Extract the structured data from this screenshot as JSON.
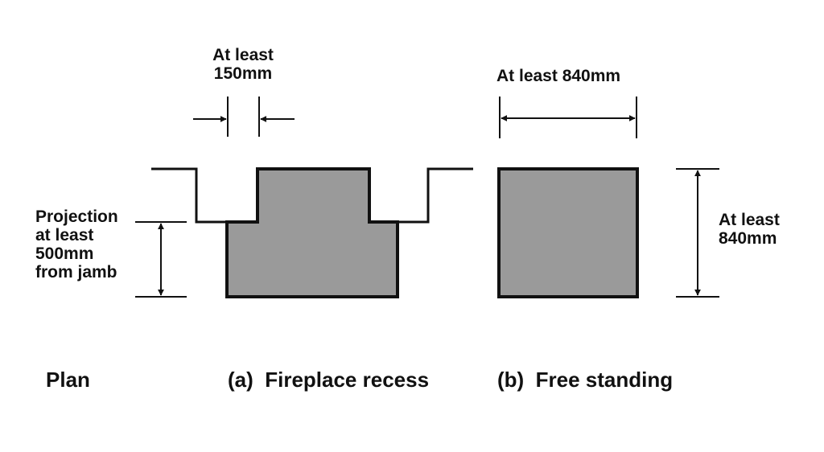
{
  "labels": {
    "recess_width_line1": "At least",
    "recess_width_line2": "150mm",
    "free_width": "At least 840mm",
    "projection_line1": "Projection",
    "projection_line2": "at least",
    "projection_line3": "500mm",
    "projection_line4": "from jamb",
    "free_depth_line1": "At least",
    "free_depth_line2": "840mm"
  },
  "captions": {
    "plan": "Plan",
    "a": "(a)  Fireplace recess",
    "b": "(b)  Free standing"
  },
  "colors": {
    "hearth_fill": "#9a9a9a",
    "line": "#111111",
    "background": "#ffffff"
  }
}
